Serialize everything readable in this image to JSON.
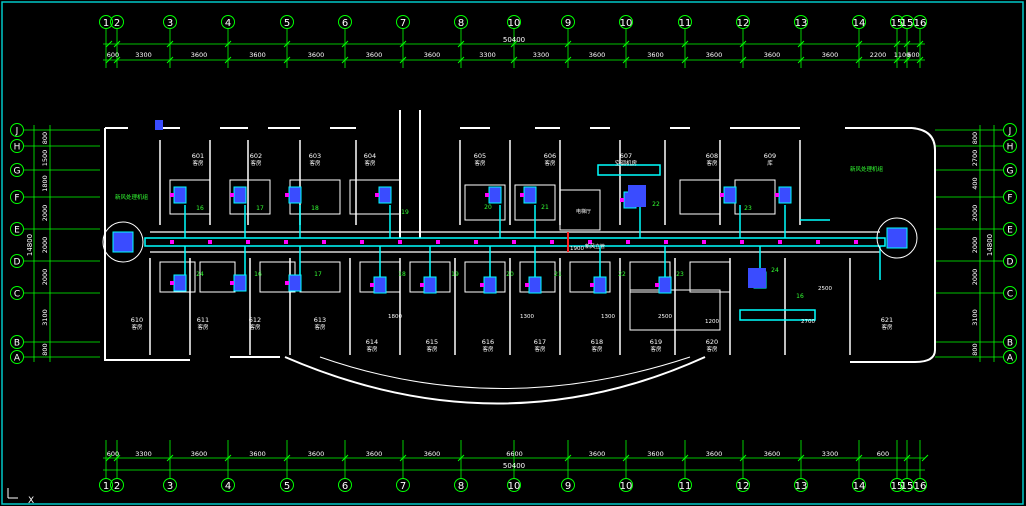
{
  "colors": {
    "background": "#000000",
    "wall": "#ffffff",
    "dimension": "#00ff00",
    "duct": "#00ffff",
    "equipment": "#3a4cff",
    "accent": "#ff00ff",
    "label": "#ffffff",
    "riser": "#ff2020",
    "viewport_border": "#00c8c8"
  },
  "top_axes": {
    "labels": [
      "1",
      "2",
      "3",
      "4",
      "5",
      "6",
      "7",
      "8",
      "9",
      "10",
      "11",
      "12",
      "13",
      "14",
      "15",
      "16"
    ],
    "bubble_labels": [
      "1 2",
      "3",
      "4",
      "5",
      "6",
      "7",
      "8",
      "10",
      "9",
      "10",
      "11",
      "12",
      "13",
      "14",
      "15",
      "16"
    ]
  },
  "top_dims": {
    "segments": [
      "600",
      "3300",
      "3600",
      "3600",
      "3600",
      "3600",
      "3600",
      "3300",
      "3300",
      "3600",
      "3600",
      "3600",
      "3600",
      "3600",
      "2200",
      "1100",
      "600"
    ],
    "total": "50400"
  },
  "bottom_dims": {
    "segments": [
      "600",
      "3300",
      "3600",
      "3600",
      "3600",
      "3600",
      "3600",
      "6600",
      "3600",
      "3600",
      "3600",
      "3600",
      "3300",
      "600"
    ],
    "total": "50400"
  },
  "left_axes": {
    "labels": [
      "J",
      "H",
      "G",
      "F",
      "E",
      "D",
      "C",
      "B",
      "A"
    ],
    "dims": [
      "800",
      "1500",
      "1800",
      "2000",
      "2000",
      "2000",
      "3100",
      "800"
    ],
    "total": "14800"
  },
  "right_axes": {
    "labels": [
      "J",
      "H",
      "G",
      "F",
      "E",
      "D",
      "C",
      "B",
      "A"
    ],
    "dims": [
      "800",
      "2700",
      "400",
      "2000",
      "2000",
      "2000",
      "3100",
      "800"
    ],
    "total": "14800"
  },
  "rooms_upper": [
    {
      "num": "601",
      "name": "客房"
    },
    {
      "num": "602",
      "name": "客房"
    },
    {
      "num": "603",
      "name": "客房"
    },
    {
      "num": "604",
      "name": "客房"
    },
    {
      "num": "605",
      "name": "客房"
    },
    {
      "num": "606",
      "name": "客房"
    },
    {
      "num": "607",
      "name": "空调机房"
    },
    {
      "num": "608",
      "name": "客房"
    },
    {
      "num": "609",
      "name": "库"
    }
  ],
  "rooms_lower": [
    {
      "num": "610",
      "name": "客房"
    },
    {
      "num": "611",
      "name": "客房"
    },
    {
      "num": "612",
      "name": "客房"
    },
    {
      "num": "613",
      "name": "客房"
    },
    {
      "num": "614",
      "name": "客房"
    },
    {
      "num": "615",
      "name": "客房"
    },
    {
      "num": "616",
      "name": "客房"
    },
    {
      "num": "617",
      "name": "客房"
    },
    {
      "num": "618",
      "name": "客房"
    },
    {
      "num": "619",
      "name": "客房"
    },
    {
      "num": "620",
      "name": "客房"
    },
    {
      "num": "621",
      "name": "客房"
    }
  ],
  "annotations": {
    "left_unit": "新风处理机组",
    "right_unit": "新风处理机组",
    "corridor_note": "走廊",
    "riser_note": "新风立管",
    "elevator": "电梯厅",
    "ucs_label": "Y X"
  },
  "small_dims": [
    "1800",
    "1300",
    "1300",
    "2500",
    "1200",
    "2700",
    "2500",
    "1900"
  ],
  "tags": [
    "16",
    "17",
    "18",
    "19",
    "20",
    "21",
    "22",
    "23",
    "24"
  ]
}
